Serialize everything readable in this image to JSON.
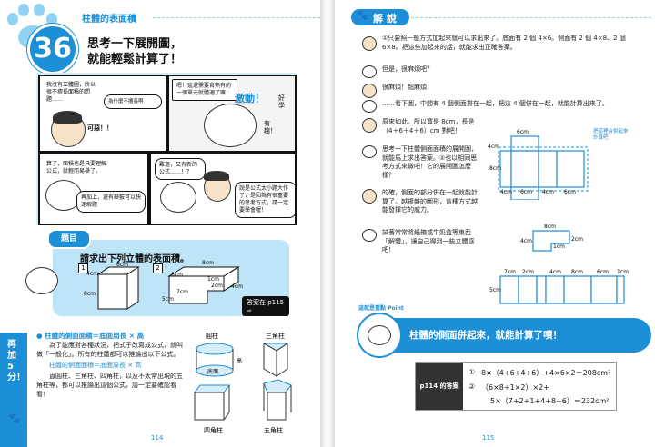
{
  "left_page": {
    "section_label": "柱體的表面積",
    "lesson_number": "36",
    "title_line1": "思考一下展開圖，",
    "title_line2": "就能輕鬆計算了！",
    "comic": {
      "p1_text": "我沒有立體圖，所以很不擅長面積的問題……",
      "p1_thought": "為什麼不擅長啊",
      "p1_sfx": "可惡！！",
      "p2_text": "嗯！這還需要背熟有的一個單元就體適了嘛！",
      "p2_sfx": "激動！",
      "p2_sfx2": "好學",
      "p2_sfx3": "有趣！",
      "p3_text": "算了，面積也是只要理解公式，就輕而易舉了。",
      "p4_text": "難道，又有新的公式……！？",
      "p5_text": "再加上，還有缺竅可以快速解題",
      "p6_text": "說是公式太小題大作了，是因為有很重要的思考方式，請一定要學會喔！"
    },
    "problem": {
      "badge": "題目",
      "heading": "請求出下列立體的表面積。",
      "fig1_number": "1",
      "fig2_number": "2",
      "fig1_labels": [
        "6cm",
        "4cm",
        "8cm"
      ],
      "fig2_labels": [
        "8cm",
        "1cm",
        "2cm",
        "6cm",
        "4cm",
        "7cm",
        "5cm"
      ],
      "answer_ref": "答案在 p115 ⇨"
    },
    "side_tab": "再加5分！",
    "formula_line": "● 柱體的側面面積＝底面周長 × 高",
    "para1": "為了能應對各種狀況，把式子改寫成公式，就叫做「一般化」。所有的柱體都可以推論出以下公式。",
    "formula_line2": "柱體的側面面積＝底面周長 × 高",
    "para2": "直圓柱、三角柱、四角柱，以及不太常出現的五角柱等，都可以推論出這個公式，請一定要確認看看！",
    "shape_labels": {
      "cylinder": "圓柱",
      "triprism": "三角柱",
      "quadprism": "四角柱",
      "pentaprism": "五角柱",
      "base": "底面",
      "height": "高"
    },
    "page_number": "114"
  },
  "right_page": {
    "header": "解 說",
    "dialog": [
      {
        "speaker": "boy",
        "text": "①只要照一般方式加起來就可以求出來了。底面有 2 個 4×6。側面有 2 個 4×8、2 個 6×8。把這些加起來的話，就能求出正確答案。"
      },
      {
        "speaker": "cat",
        "text": "但是，很麻煩吧？"
      },
      {
        "speaker": "boy",
        "text": "很麻煩！超麻煩！"
      },
      {
        "speaker": "cat",
        "text": "……看下圖，中間有 4 個側面排在一起，把這 4 個併在一起，就能計算出來了。"
      },
      {
        "speaker": "boy",
        "text": "原來如此。所以寬是 8cm，長是（4＋6＋4＋6）cm 對吧！"
      },
      {
        "speaker": "cat",
        "text": "思考一下柱體側面面積的展開圖，就能馬上求出答案。②也以相同思考方式來做吧！它的展開圖怎麼樣？"
      },
      {
        "speaker": "boy",
        "text": "的確，側面的部分併在一起就能計算了。越複雜的圖形，這種方式越能發揮它的威力。"
      },
      {
        "speaker": "cat",
        "text": "試著常常將紙箱或牛奶盒等東西「解體」，讓自己得到一些立體感吧！"
      }
    ],
    "net1_labels": {
      "top": "6cm",
      "side": "4cm",
      "height": "8cm",
      "bottom": [
        "4cm",
        "6cm",
        "4cm",
        "6cm"
      ],
      "note": "把這裡合併起來計算吧"
    },
    "net2_labels": {
      "top": "8cm",
      "mid": "1cm",
      "mid2": "2cm",
      "side": "4cm",
      "bottom": [
        "7cm",
        "2cm",
        "4cm",
        "8cm",
        "6cm",
        "1cm"
      ],
      "left": "5cm"
    },
    "point": {
      "badge": "這就是重點 Point",
      "text": "柱體的側面併起來，就能計算了嘖！"
    },
    "answer": {
      "label": "p114 的答案",
      "line1_num": "①",
      "line1": "8×（4+6+4+6）+4×6×2＝208cm²",
      "line2_num": "②",
      "line2": "（6×8÷1×2）×2+",
      "line3": "5×（7+2+1+4+8+6）＝232cm²"
    },
    "page_number": "115"
  },
  "colors": {
    "accent": "#1d8fd6",
    "paw": "#8fd2f2",
    "comic_bg": "#d5edf9"
  }
}
